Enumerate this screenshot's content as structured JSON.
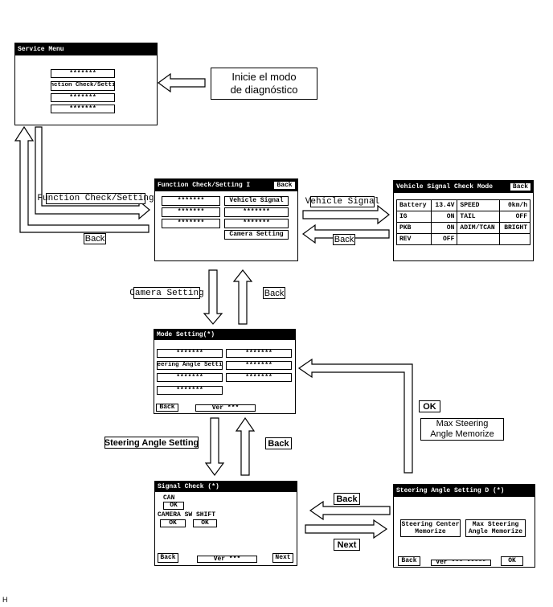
{
  "instruction": {
    "line1": "Inicie el modo",
    "line2": "de diagnóstico"
  },
  "service_menu": {
    "title": "Service Menu",
    "items": [
      "*******",
      "Function Check/Setting",
      "*******",
      "*******"
    ]
  },
  "function_check": {
    "title": "Function Check/Setting I",
    "back": "Back",
    "left_items": [
      "*******",
      "*******",
      "*******"
    ],
    "right_items": [
      "Vehicle Signal",
      "*******",
      "*******",
      "Camera Setting"
    ]
  },
  "vehicle_signal": {
    "title": "Vehicle Signal Check Mode",
    "back": "Back",
    "rows": [
      {
        "l_name": "Battery",
        "l_val": "13.4V",
        "r_name": "SPEED",
        "r_val": "0km/h"
      },
      {
        "l_name": "IG",
        "l_val": "ON",
        "r_name": "TAIL",
        "r_val": "OFF"
      },
      {
        "l_name": "PKB",
        "l_val": "ON",
        "r_name": "ADIM/TCAN",
        "r_val": "BRIGHT"
      },
      {
        "l_name": "REV",
        "l_val": "OFF",
        "r_name": "",
        "r_val": ""
      }
    ]
  },
  "mode_setting": {
    "title": "Mode Setting(*)",
    "left_items": [
      "*******",
      "Steering Angle Setting",
      "*******",
      "*******"
    ],
    "right_items": [
      "*******",
      "*******",
      "*******"
    ],
    "back": "Back",
    "version": "Ver ***"
  },
  "signal_check": {
    "title": "Signal Check (*)",
    "can_label": "CAN",
    "can_value": "OK",
    "camera_sw_label": "CAMERA SW",
    "camera_sw_value": "OK",
    "shift_label": "SHIFT",
    "shift_value": "OK",
    "back": "Back",
    "version": "Ver ***",
    "next": "Next"
  },
  "steering_angle": {
    "title": "Steering Angle Setting D (*)",
    "center_memorize": {
      "line1": "Steering Center",
      "line2": "Memorize"
    },
    "max_memorize": {
      "line1": "Max Steering",
      "line2": "Angle Memorize"
    },
    "back": "Back",
    "version": "Ver *** *****",
    "ok": "OK"
  },
  "flow_labels": {
    "function_check_setting": "Function Check/Setting",
    "back_1": "Back",
    "vehicle_signal": "Vehicle Signal",
    "back_2": "Back",
    "camera_setting": "Camera Setting",
    "back_3": "Back",
    "steering_angle_setting": "Steering Angle Setting",
    "back_4": "Back",
    "back_5": "Back",
    "next": "Next",
    "ok": "OK",
    "max_steering": {
      "line1": "Max Steering",
      "line2": "Angle Memorize"
    }
  },
  "corner_code": "H"
}
